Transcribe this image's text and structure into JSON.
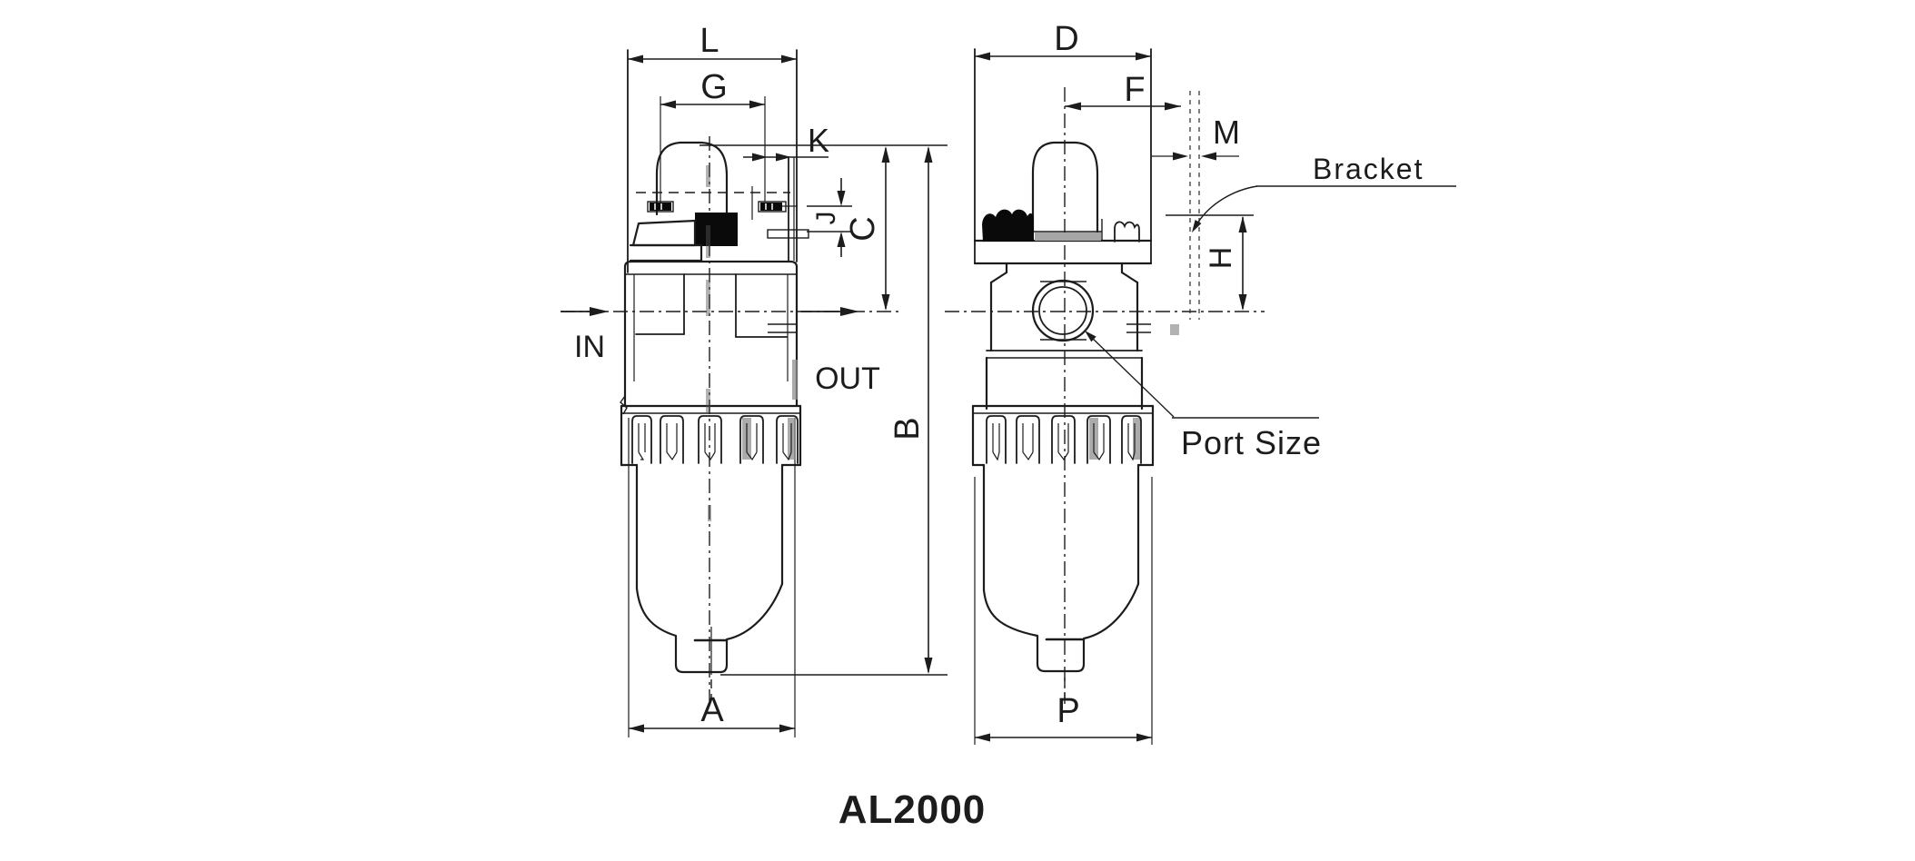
{
  "model_label": "AL2000",
  "front_view": {
    "dim_labels": {
      "L": "L",
      "G": "G",
      "K": "K",
      "J": "J",
      "C": "C",
      "B": "B",
      "A": "A"
    },
    "flow_labels": {
      "in": "IN",
      "out": "OUT"
    }
  },
  "side_view": {
    "dim_labels": {
      "D": "D",
      "F": "F",
      "M": "M",
      "H": "H",
      "P": "P"
    },
    "callout_labels": {
      "bracket": "Bracket",
      "port_size": "Port Size"
    }
  },
  "colors": {
    "ink": "#1c1c1c",
    "blackfill": "#0a0a0a",
    "grayfill": "#a6a6a6",
    "bevelgray": "#8f8f8f",
    "background": "#ffffff"
  }
}
